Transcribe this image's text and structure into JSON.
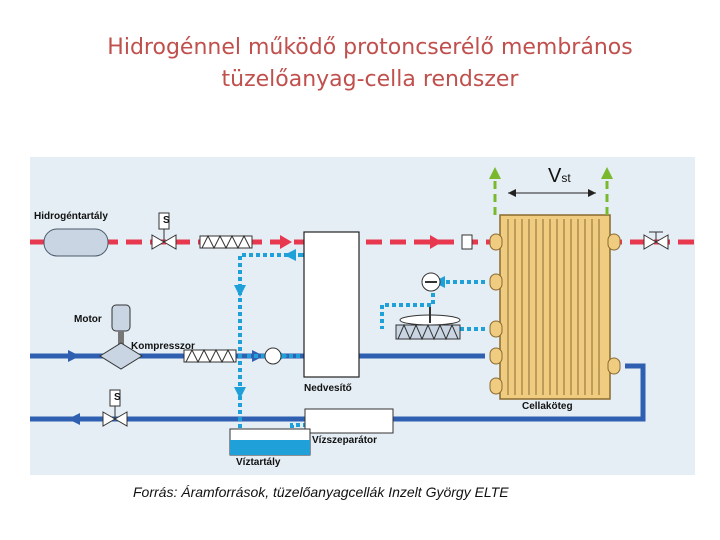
{
  "title": {
    "line1": "Hidrogénnel működő protoncserélő membrános",
    "line2": "tüzelőanyag-cella rendszer"
  },
  "labels": {
    "hydrogen_tank": "Hidrogéntartály",
    "motor": "Motor",
    "compressor": "Kompresszor",
    "humidifier": "Nedvesítő",
    "water_separator": "Vízszeparátor",
    "water_tank": "Víztartály",
    "cell_stack": "Cellaköteg",
    "voltage_symbol": "V",
    "voltage_subscript": "st",
    "valve_s1": "S",
    "valve_s2": "S"
  },
  "caption": "Forrás: Áramforrások, tüzelőanyagcellák Inzelt György ELTE",
  "colors": {
    "title": "#c0504d",
    "hydrogen_line": "#e8384f",
    "air_line": "#2e5fb0",
    "water_line": "#1fa0d8",
    "signal_line": "#7ab82e",
    "stack": "#f0cc80",
    "background": "#e5eef5"
  }
}
